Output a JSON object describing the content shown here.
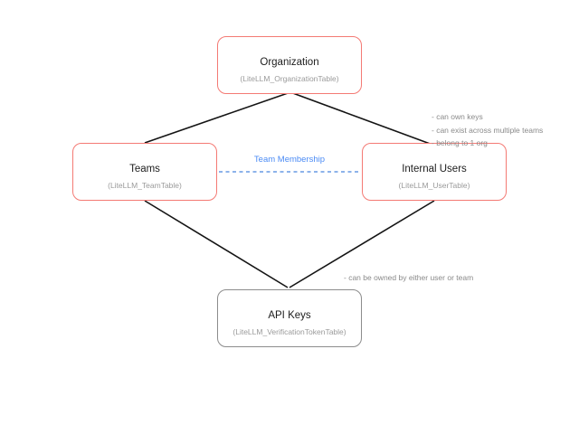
{
  "diagram": {
    "nodes": {
      "organization": {
        "title": "Organization",
        "subtitle": "(LiteLLM_OrganizationTable)"
      },
      "teams": {
        "title": "Teams",
        "subtitle": "(LiteLLM_TeamTable)"
      },
      "internal_users": {
        "title": "Internal Users",
        "subtitle": "(LiteLLM_UserTable)"
      },
      "api_keys": {
        "title": "API Keys",
        "subtitle": "(LiteLLM_VerificationTokenTable)"
      }
    },
    "edge_labels": {
      "team_membership": "Team Membership"
    },
    "annotations": {
      "internal_users": [
        "- can own keys",
        "- can exist across multiple teams",
        "- belong to 1 org"
      ],
      "api_keys": "- can be owned by either user or team"
    }
  },
  "colors": {
    "node_border_red": "#f47a74",
    "node_border_gray": "#8c8c8c",
    "edge_black": "#141414",
    "edge_dashed_blue": "#8db3ea",
    "edge_label_blue": "#4b8bf5",
    "subtitle_gray": "#9a9a9a",
    "note_gray": "#8a8a8a",
    "title_black": "#1c1c1c"
  }
}
